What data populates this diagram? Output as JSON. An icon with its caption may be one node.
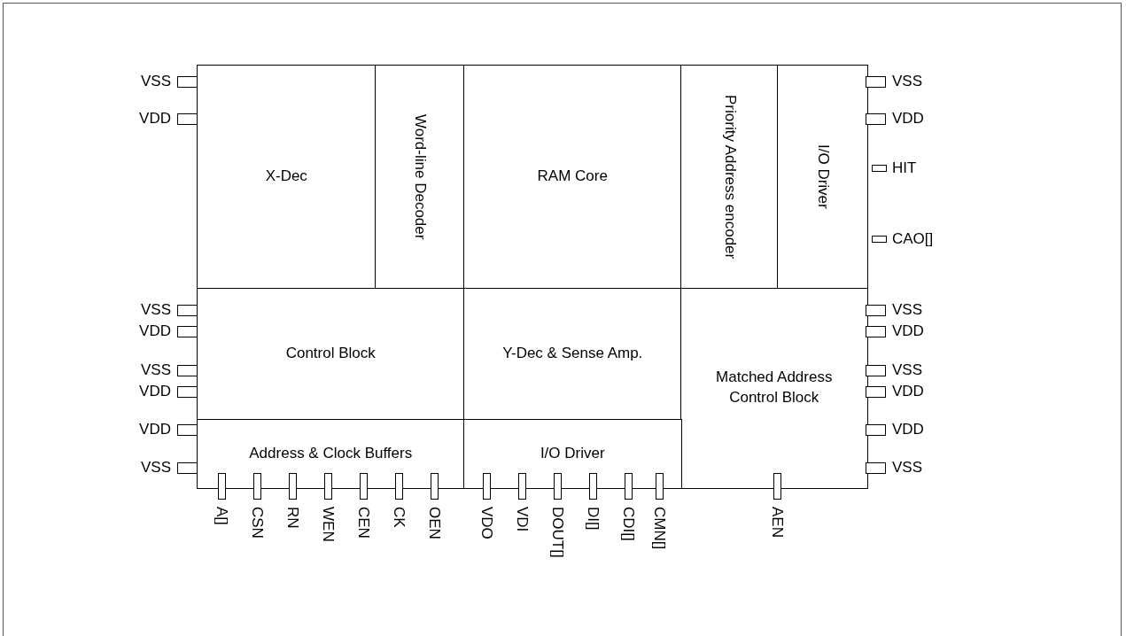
{
  "diagram": {
    "nodes": [
      {
        "text": [
          "X-Dec"
        ]
      },
      {
        "text": [
          "Word-line Decoder"
        ]
      },
      {
        "text": [
          "RAM Core"
        ]
      },
      {
        "text": [
          "Priority Address encoder"
        ]
      },
      {
        "text": [
          "I/O Driver"
        ]
      },
      {
        "text": [
          "Control Block"
        ]
      },
      {
        "text": [
          "Y-Dec & Sense Amp."
        ]
      },
      {
        "text": [
          "Matched Address Control Block"
        ]
      },
      {
        "text": [
          "Address & Clock Buffers"
        ]
      },
      {
        "text": [
          "I/O Driver"
        ]
      }
    ],
    "labels": [
      "VSS",
      "VDD",
      "VSS",
      "VDD",
      "VSS",
      "VDD",
      "VDD",
      "VSS",
      "VSS",
      "VDD",
      "HIT",
      "CAO[]",
      "VSS",
      "VDD",
      "VSS",
      "VDD",
      "VDD",
      "VSS",
      "A[]",
      "CSN",
      "RN",
      "WEN",
      "CEN",
      "CK",
      "OEN",
      "VDO",
      "VDI",
      "DOUT[]",
      "DI[]",
      "CDI[]",
      "CMN[]",
      "AEN"
    ]
  }
}
